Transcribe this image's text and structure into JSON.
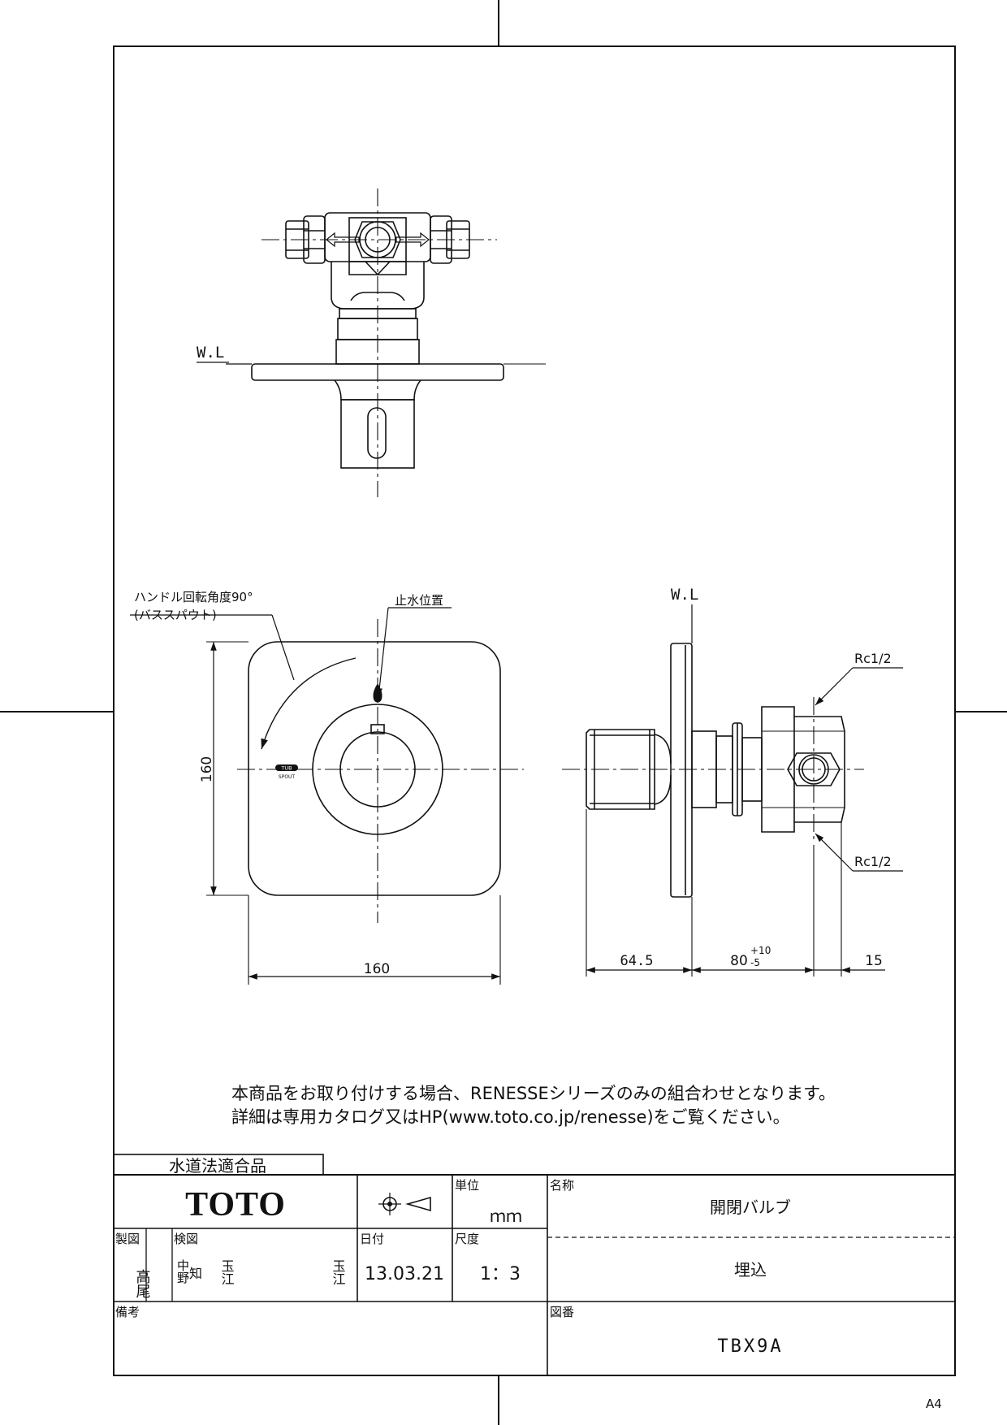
{
  "drawing": {
    "wl_top": "W.L",
    "wl_side": "W.L",
    "rotation_note_1": "ハンドル回転角度90°",
    "rotation_note_2": "(バススパウト)",
    "shutoff_label": "止水位置",
    "dim_front_height": "160",
    "dim_front_width": "160",
    "dim_depth_1": "64.5",
    "dim_depth_2": "80",
    "dim_depth_2_tol_plus": "+10",
    "dim_depth_2_tol_minus": "-5",
    "dim_depth_3": "15",
    "thread_upper": "Rc1/2",
    "thread_lower": "Rc1/2",
    "handle_mark_top": "TUB",
    "handle_mark_bottom": "SPOUT",
    "note_line_1": "本商品をお取り付けする場合、RENESSEシリーズのみの組合わせとなります。",
    "note_line_2": "詳細は専用カタログ又はHP(www.toto.co.jp/renesse)をご覧ください。"
  },
  "title_block": {
    "certification": "水道法適合品",
    "brand": "TOTO",
    "unit_label": "単位",
    "unit_value": "ｍｍ",
    "name_label": "名称",
    "name_value_1": "開閉バルブ",
    "name_value_2": "埋込",
    "drawn_label": "製図",
    "drawn_by": "高尾",
    "checked_label": "検図",
    "checked_by_1": "中野",
    "checked_by_2": "知",
    "checked_by_3": "玉江",
    "checked_by_4": "玉江",
    "date_label": "日付",
    "date_value": "13.03.21",
    "scale_label": "尺度",
    "scale_value": "1：3",
    "remarks_label": "備考",
    "drawing_no_label": "図番",
    "drawing_no_value": "TBX9A"
  },
  "sheet_size": "A4"
}
